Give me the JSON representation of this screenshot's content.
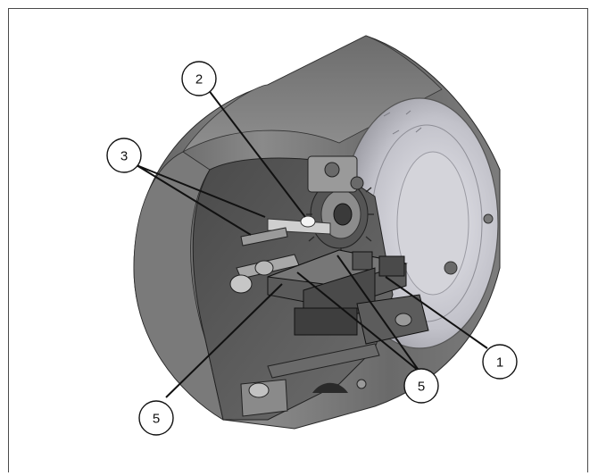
{
  "figure": {
    "callouts": [
      {
        "id": "c1",
        "label": "1"
      },
      {
        "id": "c2",
        "label": "2"
      },
      {
        "id": "c3",
        "label": "3"
      },
      {
        "id": "c5a",
        "label": "5"
      },
      {
        "id": "c5b",
        "label": "5"
      }
    ],
    "colors": {
      "housing_dark": "#5a5a5a",
      "housing_light": "#b8b8b8",
      "disc": "#c9c9cf",
      "interior": "#3a3a3a",
      "outline": "#2a2a2a"
    }
  }
}
